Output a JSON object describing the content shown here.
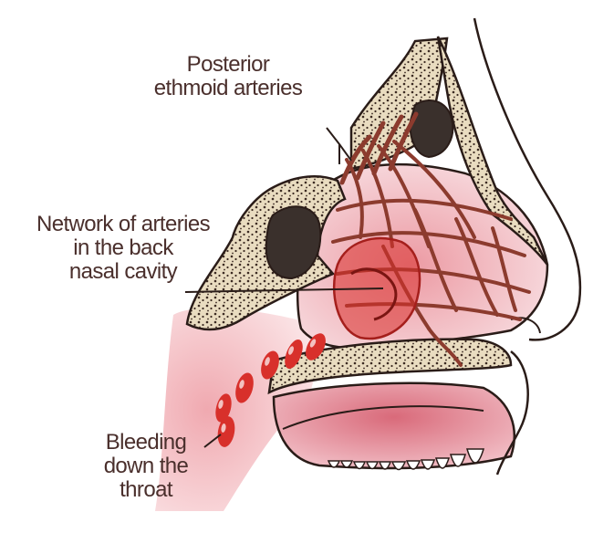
{
  "labels": {
    "posterior_ethmoid": "Posterior\nethmoid arteries",
    "network": "Network of arteries\nin the back\nnasal cavity",
    "bleeding": "Bleeding\ndown the\nthroat"
  },
  "colors": {
    "bone": "#e9dcc0",
    "bone_dots": "#3b2a22",
    "outline": "#2a1c18",
    "mucosa": "#f2c8cc",
    "artery": "#8c3b2e",
    "bleed": "#d8302b",
    "cavity_dark": "#3a302c",
    "text": "#4a2f2c"
  }
}
